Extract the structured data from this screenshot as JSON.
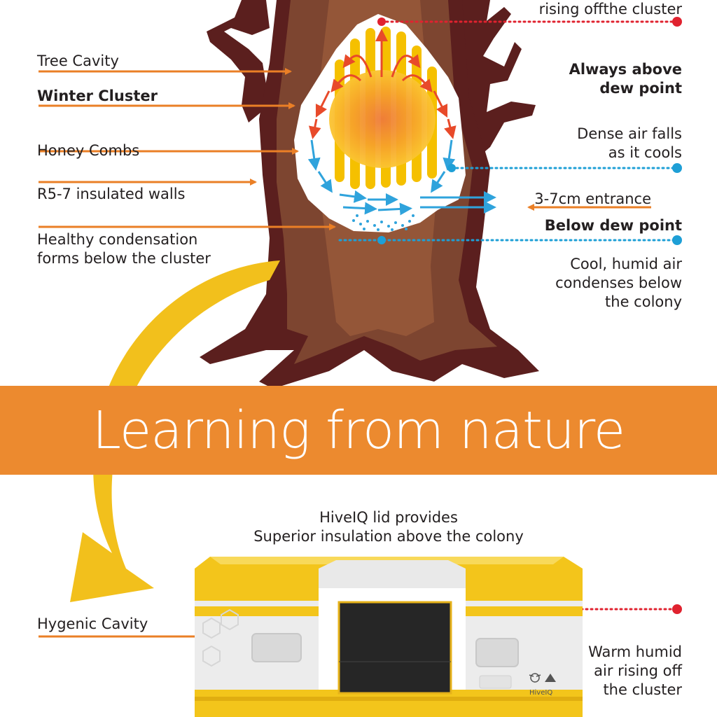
{
  "banner": {
    "title": "Learning from nature"
  },
  "tree_labels": {
    "top_right": "rising offthe cluster",
    "tree_cavity": "Tree Cavity",
    "winter_cluster": "Winter Cluster",
    "honey_combs": "Honey Combs",
    "insulated_walls": "R5-7 insulated walls",
    "condensation": [
      "Healthy condensation",
      "forms below the cluster"
    ],
    "above_dew": [
      "Always above",
      "dew point"
    ],
    "dense_air": [
      "Dense air falls",
      "as it cools"
    ],
    "entrance": "3-7cm entrance",
    "below_dew": "Below dew point",
    "cool_air": [
      "Cool, humid air",
      "condenses below",
      "the colony"
    ]
  },
  "hive_labels": {
    "lid": [
      "HiveIQ lid provides",
      "Superior insulation above the colony"
    ],
    "cavity": "Hygenic Cavity",
    "warm_air": [
      "Warm humid",
      "air rising off",
      "the cluster"
    ],
    "brand": "HiveIQ"
  },
  "colors": {
    "orange": "#ec8a2f",
    "arrow_orange": "#ea7f26",
    "dot_red": "#e0222f",
    "dot_blue": "#1e9fd6",
    "trunk_dark": "#5b1f1e",
    "trunk_mid": "#7d4530",
    "trunk_light": "#9a5a3b",
    "yellow": "#f5c000",
    "hive_yellow": "#f3c51b"
  },
  "icons": [
    "orange-arrow-icon",
    "red-dot-icon",
    "blue-dot-icon",
    "curved-yellow-arrow-icon",
    "bee-logo-icon"
  ]
}
